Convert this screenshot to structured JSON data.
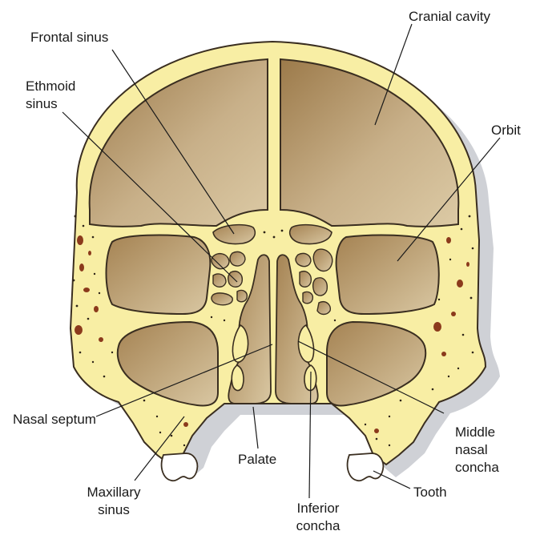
{
  "labels": {
    "frontal_sinus": "Frontal sinus",
    "cranial_cavity": "Cranial cavity",
    "ethmoid_sinus_1": "Ethmoid",
    "ethmoid_sinus_2": "sinus",
    "orbit": "Orbit",
    "nasal_septum": "Nasal septum",
    "middle_nasal_concha_1": "Middle",
    "middle_nasal_concha_2": "nasal",
    "middle_nasal_concha_3": "concha",
    "palate": "Palate",
    "maxillary_sinus_1": "Maxillary",
    "maxillary_sinus_2": "sinus",
    "tooth": "Tooth",
    "inferior_concha_1": "Inferior",
    "inferior_concha_2": "concha"
  },
  "colors": {
    "bone": "#f8eea4",
    "cavity_dark": "#9c7a4a",
    "cavity_light": "#d7c39d",
    "outline": "#3a2e20",
    "shadow": "#cfd1d6",
    "pore": "#8b3a1c"
  }
}
